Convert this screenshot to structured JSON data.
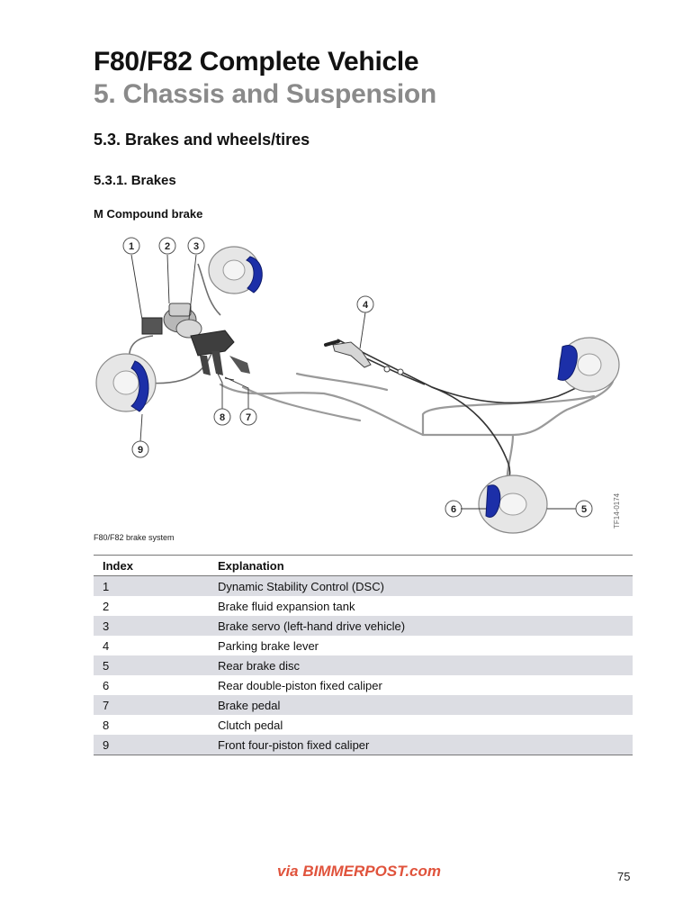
{
  "header": {
    "title": "F80/F82 Complete Vehicle",
    "subtitle": "5. Chassis and Suspension"
  },
  "section": {
    "heading": "5.3. Brakes and wheels/tires",
    "subheading": "5.3.1. Brakes",
    "figure_heading": "M Compound brake"
  },
  "figure": {
    "caption": "F80/F82 brake system",
    "code": "TF14-0174",
    "callouts": [
      "1",
      "2",
      "3",
      "4",
      "5",
      "6",
      "7",
      "8",
      "9"
    ],
    "caliper_color": "#1c2fa8"
  },
  "table": {
    "headers": [
      "Index",
      "Explanation"
    ],
    "rows": [
      [
        "1",
        "Dynamic Stability Control (DSC)"
      ],
      [
        "2",
        "Brake fluid expansion tank"
      ],
      [
        "3",
        "Brake servo (left-hand drive vehicle)"
      ],
      [
        "4",
        "Parking brake lever"
      ],
      [
        "5",
        "Rear brake disc"
      ],
      [
        "6",
        "Rear double-piston fixed caliper"
      ],
      [
        "7",
        "Brake pedal"
      ],
      [
        "8",
        "Clutch pedal"
      ],
      [
        "9",
        "Front four-piston fixed caliper"
      ]
    ]
  },
  "footer": {
    "watermark": "via BIMMERPOST.com",
    "page_number": "75"
  }
}
